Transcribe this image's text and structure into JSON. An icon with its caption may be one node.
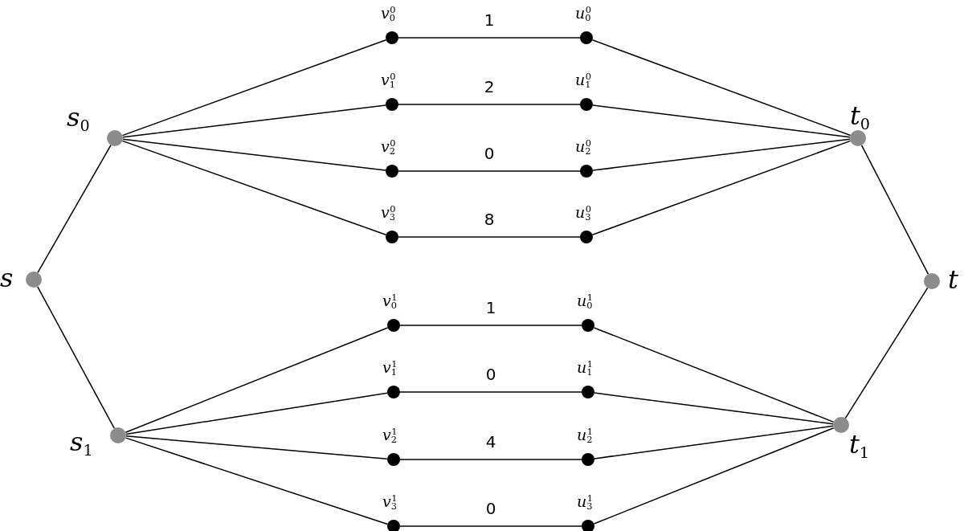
{
  "diagram": {
    "nodes": [
      {
        "text": [
          "*s*"
        ]
      },
      {
        "text": [
          "*s*$_{0}$"
        ]
      },
      {
        "text": [
          "*s*$_{1}$"
        ]
      },
      {
        "text": [
          "*t*$_{0}$"
        ]
      },
      {
        "text": [
          "*t*$_{1}$"
        ]
      },
      {
        "text": [
          "*t*"
        ]
      },
      {
        "text": [
          "*v*$_{0}$$^{0}$"
        ]
      },
      {
        "text": [
          "*u*$_{0}$$^{0}$"
        ]
      },
      {
        "text": [
          "*v*$_{1}$$^{0}$"
        ]
      },
      {
        "text": [
          "*u*$_{1}$$^{0}$"
        ]
      },
      {
        "text": [
          "*v*$_{2}$$^{0}$"
        ]
      },
      {
        "text": [
          "*u*$_{2}$$^{0}$"
        ]
      },
      {
        "text": [
          "*v*$_{3}$$^{0}$"
        ]
      },
      {
        "text": [
          "*u*$_{3}$$^{0}$"
        ]
      },
      {
        "text": [
          "*v*$_{0}$$^{1}$"
        ]
      },
      {
        "text": [
          "*u*$_{0}$$^{1}$"
        ]
      },
      {
        "text": [
          "*v*$_{1}$$^{1}$"
        ]
      },
      {
        "text": [
          "*u*$_{1}$$^{1}$"
        ]
      },
      {
        "text": [
          "*v*$_{2}$$^{1}$"
        ]
      },
      {
        "text": [
          "*u*$_{2}$$^{1}$"
        ]
      },
      {
        "text": [
          "*v*$_{3}$$^{1}$"
        ]
      },
      {
        "text": [
          "*u*$_{3}$$^{1}$"
        ]
      }
    ],
    "edges": [
      {
        "from": 0,
        "to": 1,
        "arrow": "none"
      },
      {
        "from": 0,
        "to": 2,
        "arrow": "none"
      },
      {
        "from": 1,
        "to": 6,
        "arrow": "none"
      },
      {
        "from": 6,
        "to": 7,
        "label": "1",
        "arrow": "none"
      },
      {
        "from": 7,
        "to": 3,
        "arrow": "none"
      },
      {
        "from": 1,
        "to": 8,
        "arrow": "none"
      },
      {
        "from": 8,
        "to": 9,
        "label": "2",
        "arrow": "none"
      },
      {
        "from": 9,
        "to": 3,
        "arrow": "none"
      },
      {
        "from": 1,
        "to": 10,
        "arrow": "none"
      },
      {
        "from": 10,
        "to": 11,
        "label": "0",
        "arrow": "none"
      },
      {
        "from": 11,
        "to": 3,
        "arrow": "none"
      },
      {
        "from": 1,
        "to": 12,
        "arrow": "none"
      },
      {
        "from": 12,
        "to": 13,
        "label": "8",
        "arrow": "none"
      },
      {
        "from": 13,
        "to": 3,
        "arrow": "none"
      },
      {
        "from": 2,
        "to": 14,
        "arrow": "none"
      },
      {
        "from": 14,
        "to": 15,
        "label": "1",
        "arrow": "none"
      },
      {
        "from": 15,
        "to": 4,
        "arrow": "none"
      },
      {
        "from": 2,
        "to": 16,
        "arrow": "none"
      },
      {
        "from": 16,
        "to": 17,
        "label": "0",
        "arrow": "none"
      },
      {
        "from": 17,
        "to": 4,
        "arrow": "none"
      },
      {
        "from": 2,
        "to": 18,
        "arrow": "none"
      },
      {
        "from": 18,
        "to": 19,
        "label": "4",
        "arrow": "none"
      },
      {
        "from": 19,
        "to": 4,
        "arrow": "none"
      },
      {
        "from": 2,
        "to": 20,
        "arrow": "none"
      },
      {
        "from": 20,
        "to": 21,
        "label": "0",
        "arrow": "none"
      },
      {
        "from": 21,
        "to": 4,
        "arrow": "none"
      },
      {
        "from": 3,
        "to": 5,
        "arrow": "none"
      },
      {
        "from": 4,
        "to": 5,
        "arrow": "none"
      }
    ]
  }
}
